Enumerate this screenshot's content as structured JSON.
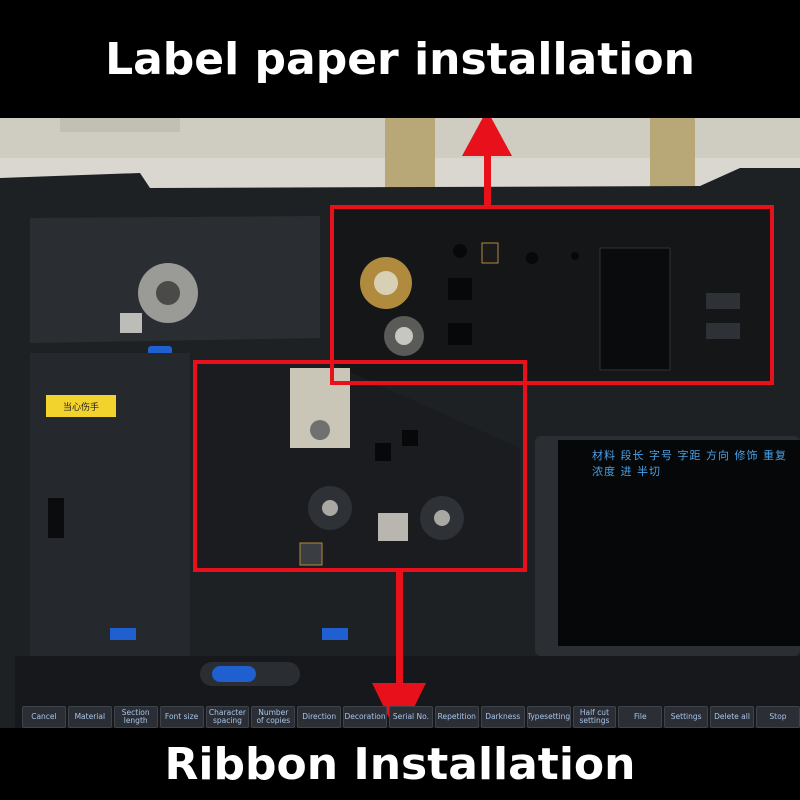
{
  "captions": {
    "top": "Label paper installation",
    "bottom": "Ribbon Installation"
  },
  "device": {
    "warning_label": "当心伤手",
    "screen_menu": [
      [
        "材料",
        "段长",
        "字号",
        "字距",
        "方向",
        "修饰",
        "重复",
        "浓度",
        "进",
        "半切"
      ]
    ],
    "keys": [
      "Cancel",
      "Material",
      "Section\nlength",
      "Font size",
      "Character\nspacing",
      "Number\nof copies",
      "Direction",
      "Decoration",
      "Serial No.",
      "Repetition",
      "Darkness",
      "Typesetting",
      "Half cut\nsettings",
      "File",
      "Settings",
      "Delete all",
      "Stop"
    ]
  },
  "colors": {
    "highlight_box": "#e8101a",
    "caption_text": "#ffffff",
    "screen_text": "#4aa0e6",
    "blue_latch": "#1f5fd0"
  },
  "icons": {
    "up_arrow": "arrow-up-icon",
    "down_arrow": "arrow-down-icon"
  }
}
